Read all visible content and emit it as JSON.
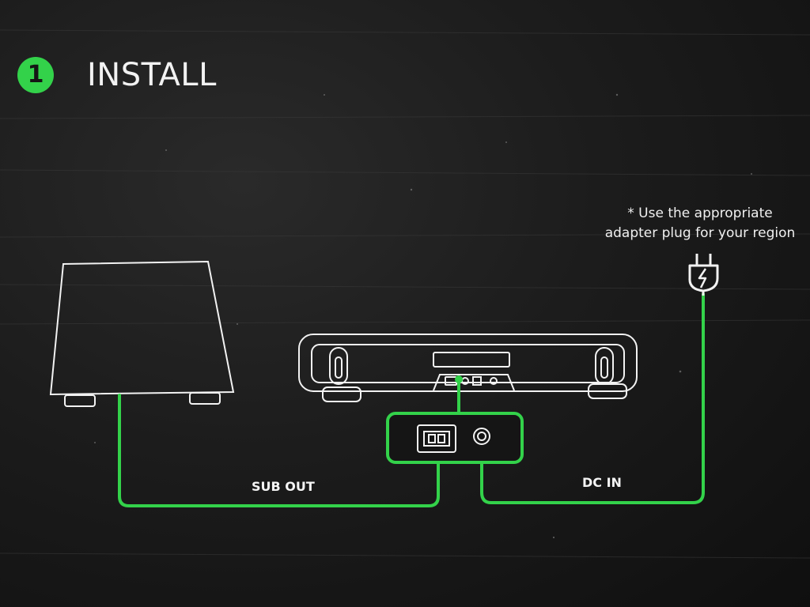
{
  "step": {
    "number": "1",
    "title": "INSTALL"
  },
  "note": {
    "line1": "* Use the appropriate",
    "line2": "adapter plug for your region"
  },
  "ports": {
    "sub_out": "SUB OUT",
    "dc_in": "DC IN"
  },
  "icons": {
    "power": "power-plug-icon",
    "subwoofer": "subwoofer-icon",
    "soundbar": "soundbar-icon"
  },
  "colors": {
    "accent": "#33d24a",
    "background": "#1a1a1a",
    "line_art": "#f2f2f2"
  }
}
